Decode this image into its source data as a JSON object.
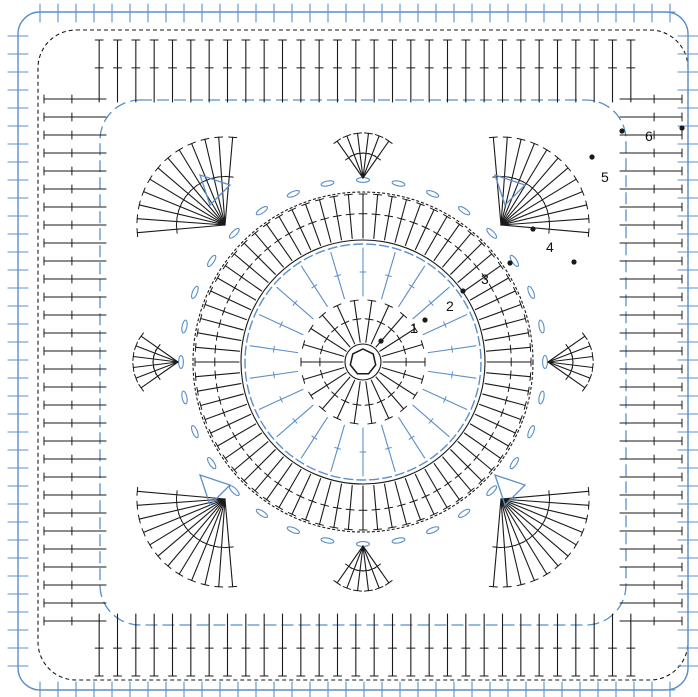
{
  "colors": {
    "black_rounds": "#1a1a1a",
    "blue_rounds": "#5b8fc9",
    "background": "#ffffff"
  },
  "round_labels": [
    {
      "id": "r1",
      "text": "1"
    },
    {
      "id": "r2",
      "text": "2"
    },
    {
      "id": "r3",
      "text": "3"
    },
    {
      "id": "r4",
      "text": "4"
    },
    {
      "id": "r5",
      "text": "5"
    },
    {
      "id": "r6",
      "text": "6"
    }
  ]
}
